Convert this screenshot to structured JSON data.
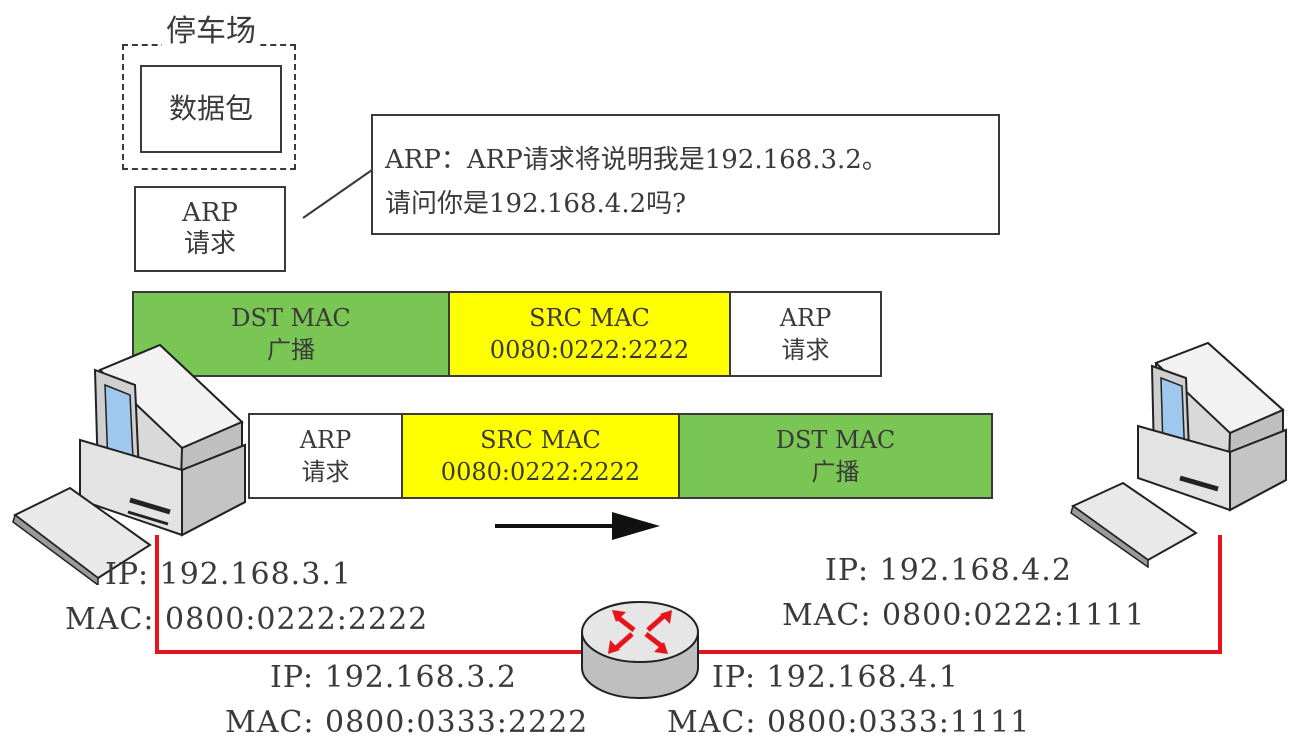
{
  "parking": {
    "title": "停车场",
    "packet_label": "数据包"
  },
  "arp_request_box": {
    "line1": "ARP",
    "line2": "请求"
  },
  "callout": {
    "line1": "ARP：ARP请求将说明我是192.168.3.2。",
    "line2": "请问你是192.168.4.2吗?"
  },
  "frame_top": {
    "dst": {
      "line1": "DST MAC",
      "line2": "广播"
    },
    "src": {
      "line1": "SRC MAC",
      "line2": "0080:0222:2222"
    },
    "arp": {
      "line1": "ARP",
      "line2": "请求"
    }
  },
  "frame_bottom": {
    "arp": {
      "line1": "ARP",
      "line2": "请求"
    },
    "src": {
      "line1": "SRC MAC",
      "line2": "0080:0222:2222"
    },
    "dst": {
      "line1": "DST MAC",
      "line2": "广播"
    }
  },
  "host_left": {
    "ip": "IP: 192.168.3.1",
    "mac": "MAC: 0800:0222:2222"
  },
  "host_right": {
    "ip": "IP: 192.168.4.2",
    "mac": "MAC: 0800:0222:1111"
  },
  "router_left": {
    "ip": "IP: 192.168.3.2",
    "mac": "MAC: 0800:0333:2222"
  },
  "router_right": {
    "ip": "IP: 192.168.4.1",
    "mac": "MAC: 0800:0333:1111"
  },
  "colors": {
    "green": "#7ac655",
    "yellow": "#ffff00",
    "link_red": "#e8141c",
    "outline": "#3a3a3a",
    "router_arrow": "#e8141c"
  }
}
